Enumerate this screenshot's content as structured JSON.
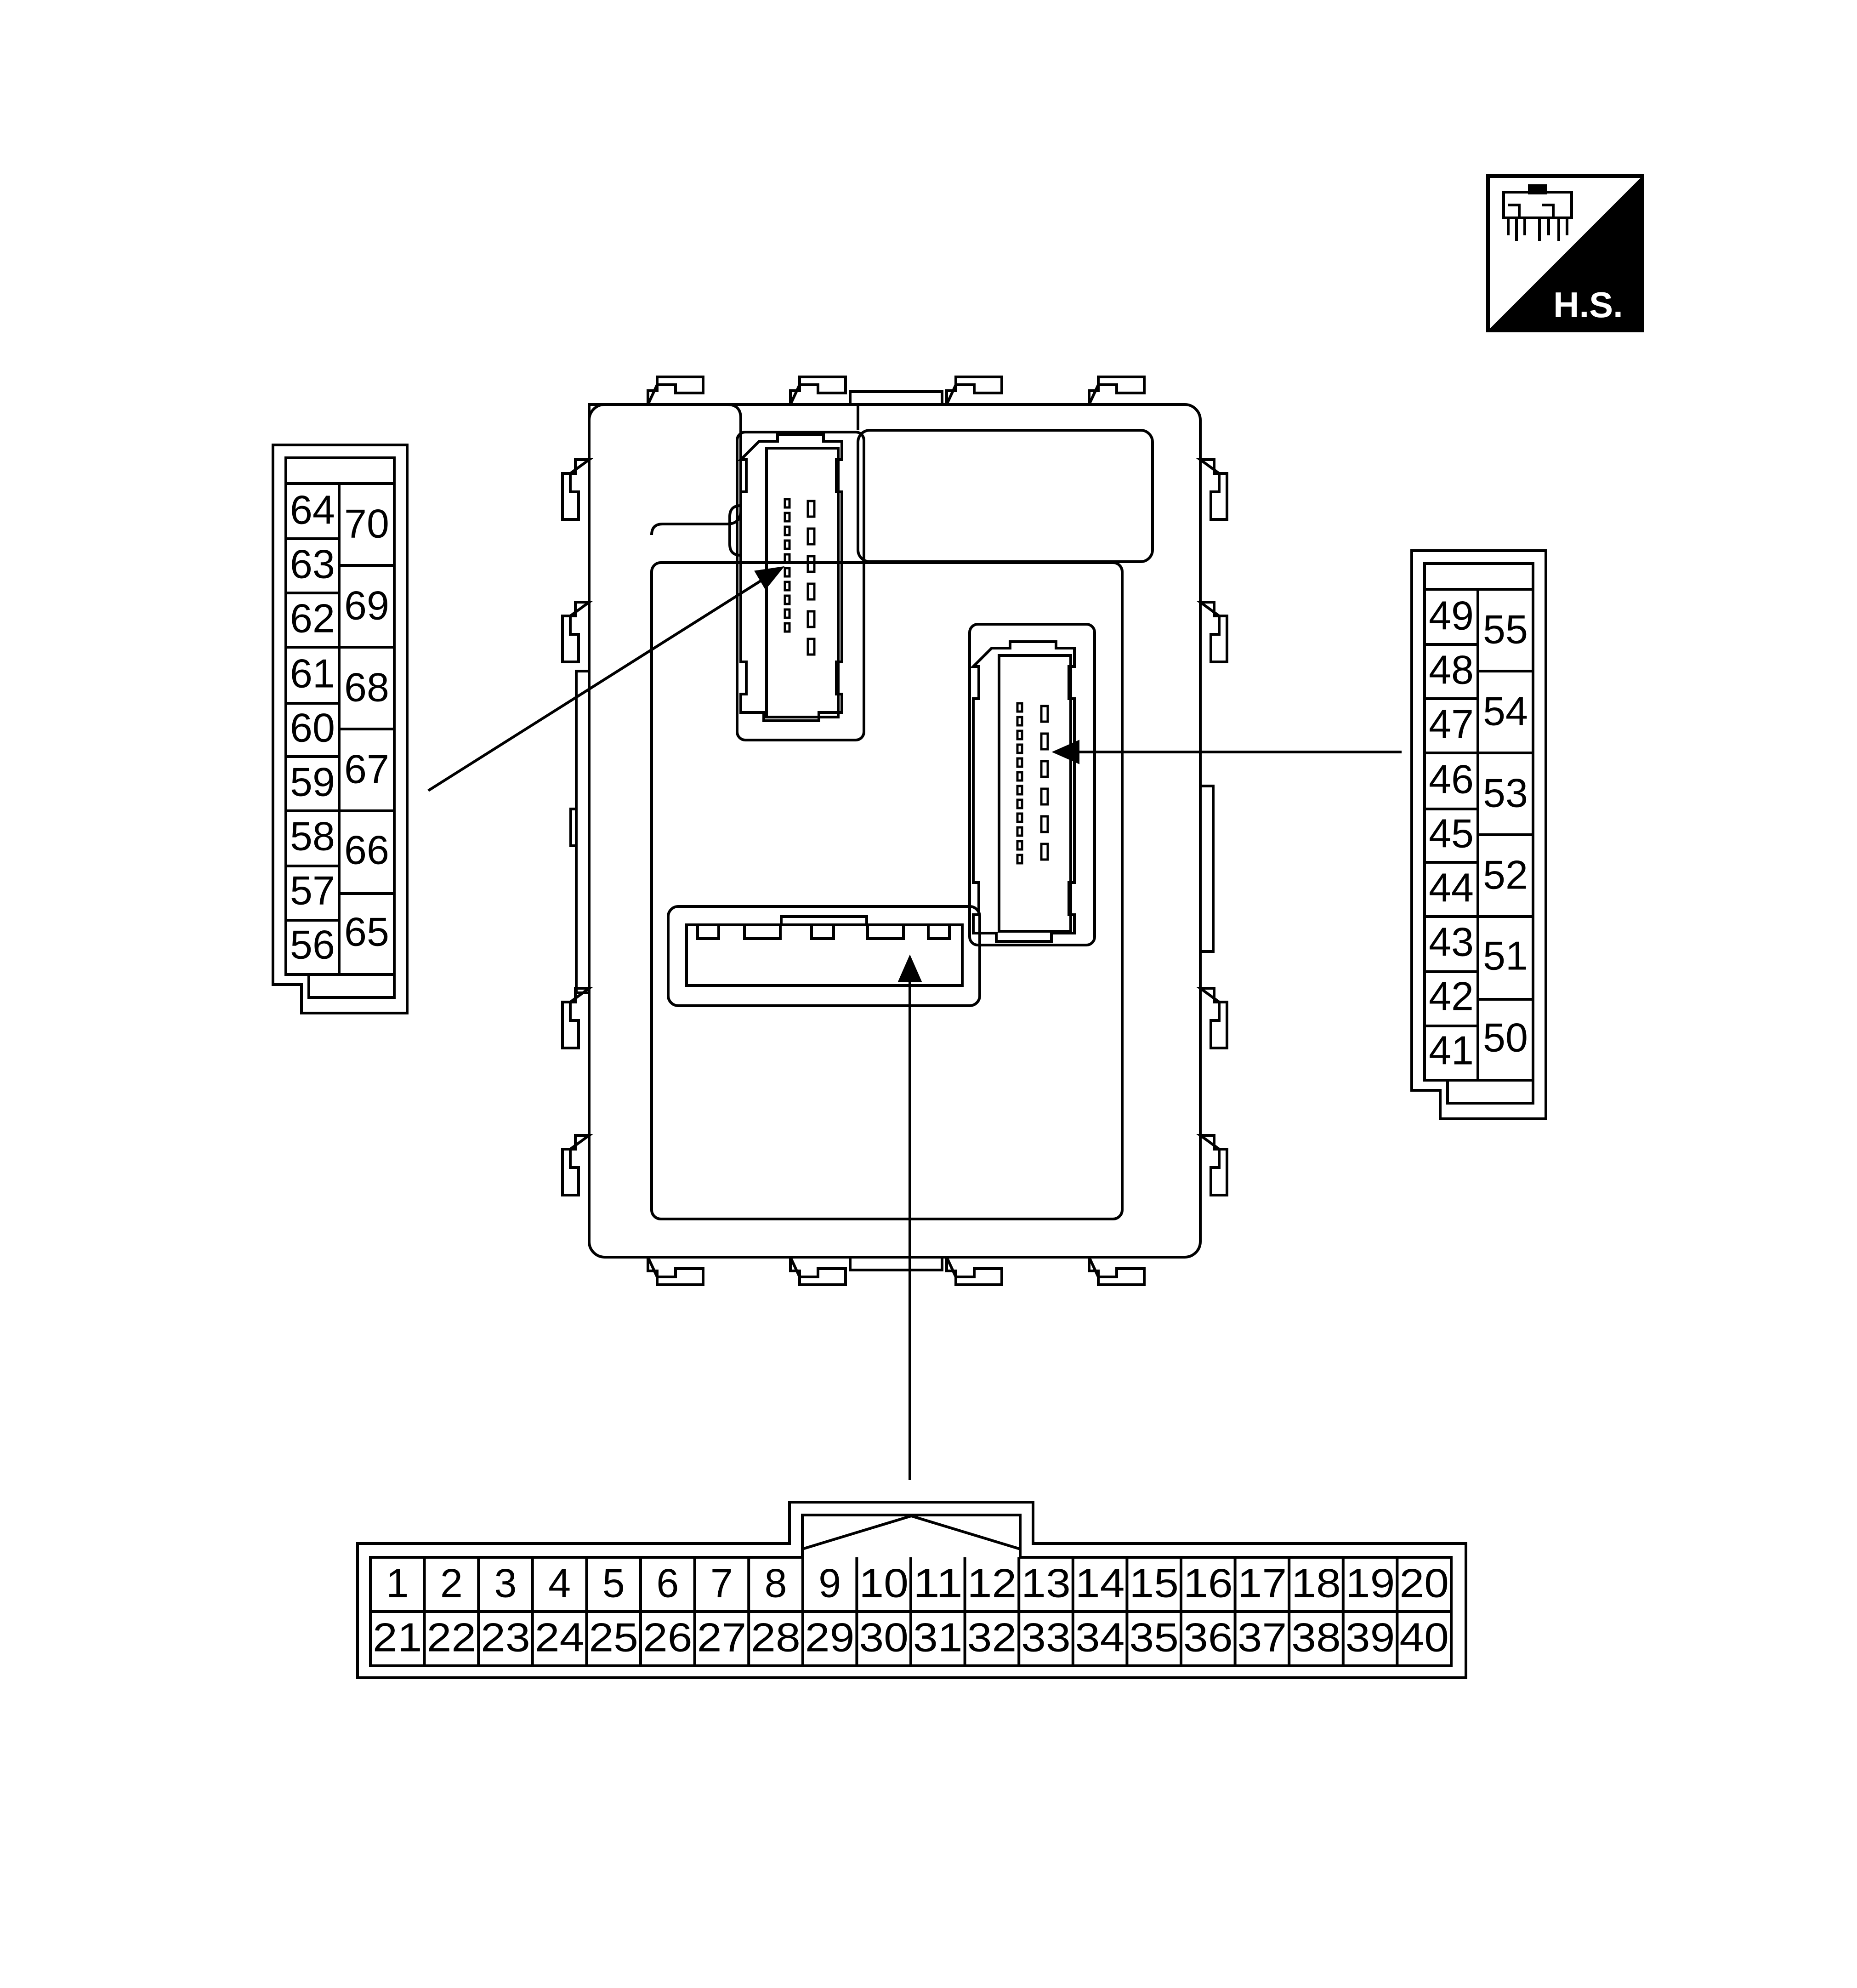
{
  "badge": {
    "label": "H.S.",
    "icon": "connector-harness-side-icon"
  },
  "connectors": {
    "left": {
      "rows": [
        [
          "64",
          "70"
        ],
        [
          "63",
          ""
        ],
        [
          "62",
          "69"
        ],
        [
          "61",
          "68"
        ],
        [
          "60",
          ""
        ],
        [
          "59",
          "67"
        ],
        [
          "58",
          "66"
        ],
        [
          "57",
          ""
        ],
        [
          "56",
          "65"
        ]
      ],
      "col1": [
        "64",
        "63",
        "62",
        "61",
        "60",
        "59",
        "58",
        "57",
        "56"
      ],
      "col2": [
        "70",
        "69",
        "68",
        "67",
        "66",
        "65"
      ]
    },
    "right": {
      "col1": [
        "49",
        "48",
        "47",
        "46",
        "45",
        "44",
        "43",
        "42",
        "41"
      ],
      "col2": [
        "55",
        "54",
        "53",
        "52",
        "51",
        "50"
      ]
    },
    "bottom": {
      "row1": [
        "1",
        "2",
        "3",
        "4",
        "5",
        "6",
        "7",
        "8",
        "9",
        "10",
        "11",
        "12",
        "13",
        "14",
        "15",
        "16",
        "17",
        "18",
        "19",
        "20"
      ],
      "row2": [
        "21",
        "22",
        "23",
        "24",
        "25",
        "26",
        "27",
        "28",
        "29",
        "30",
        "31",
        "32",
        "33",
        "34",
        "35",
        "36",
        "37",
        "38",
        "39",
        "40"
      ]
    }
  },
  "colors": {
    "line": "#000000",
    "background": "#ffffff"
  }
}
